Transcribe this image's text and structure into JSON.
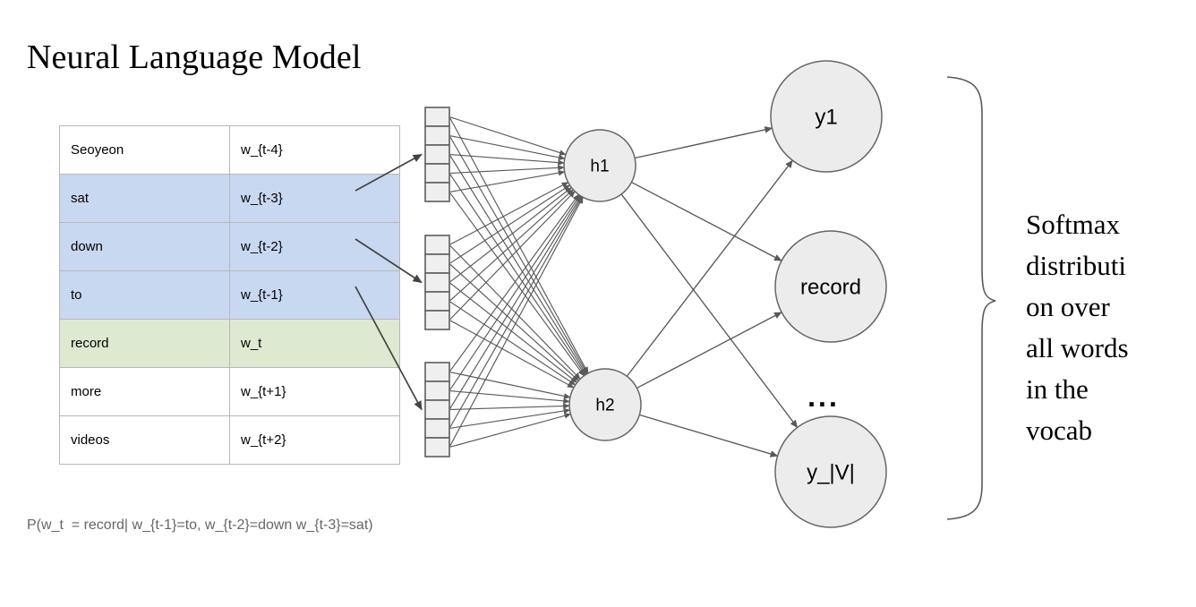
{
  "title": "Neural Language Model",
  "context_table": {
    "rows": [
      {
        "word": "Seoyeon",
        "symbol": "w_{t-4}",
        "fill": "none"
      },
      {
        "word": "sat",
        "symbol": "w_{t-3}",
        "fill": "blue"
      },
      {
        "word": "down",
        "symbol": "w_{t-2}",
        "fill": "blue"
      },
      {
        "word": "to",
        "symbol": "w_{t-1}",
        "fill": "blue"
      },
      {
        "word": "record",
        "symbol": "w_t",
        "fill": "green"
      },
      {
        "word": "more",
        "symbol": "w_{t+1}",
        "fill": "none"
      },
      {
        "word": "videos",
        "symbol": "w_{t+2}",
        "fill": "none"
      }
    ],
    "fill_colors": {
      "blue": "#c9d8f1",
      "green": "#dde9d1",
      "none": "#ffffff",
      "border": "#b7b7b7"
    }
  },
  "embedding_stacks": [
    {
      "name": "embedding-stack-1",
      "source_row": "sat",
      "cells": 5
    },
    {
      "name": "embedding-stack-2",
      "source_row": "down",
      "cells": 5
    },
    {
      "name": "embedding-stack-3",
      "source_row": "to",
      "cells": 5
    }
  ],
  "hidden_nodes": [
    {
      "label": "h1"
    },
    {
      "label": "h2"
    }
  ],
  "output_nodes": [
    {
      "label": "y1"
    },
    {
      "label": "record"
    },
    {
      "label": "y_|V|"
    }
  ],
  "ellipsis": "...",
  "softmax_note": {
    "lines": [
      "Softmax",
      "distributi",
      "on over",
      "all words",
      "in the",
      "vocab"
    ],
    "full_text": "Softmax distribution over all words in the vocab"
  },
  "probability_caption": "P(w_t  = record| w_{t-1}=to, w_{t-2}=down w_{t-3}=sat)",
  "colors": {
    "edge": "#595959",
    "node_fill": "#ececec",
    "node_stroke": "#666666",
    "cell_fill": "#efefef",
    "caption_text": "#666666",
    "background": "#ffffff"
  }
}
